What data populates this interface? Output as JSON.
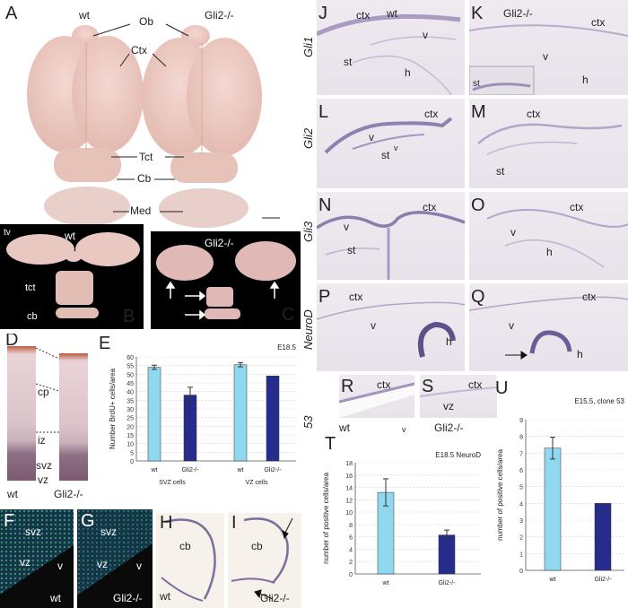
{
  "panels": {
    "A": {
      "letter": "A",
      "wt": "wt",
      "ko": "Gli2-/-",
      "labels": [
        "Ob",
        "Ctx",
        "Tct",
        "Cb",
        "Med"
      ]
    },
    "B": {
      "letter": "B",
      "tv": "tv",
      "wt": "wt",
      "tct": "tct",
      "cb": "cb"
    },
    "C": {
      "letter": "C",
      "ko": "Gli2-/-"
    },
    "D": {
      "letter": "D",
      "cp": "cp",
      "iz": "iz",
      "svz": "svz",
      "vz": "vz",
      "wt": "wt",
      "ko": "Gli2-/-"
    },
    "E": {
      "letter": "E"
    },
    "F": {
      "letter": "F",
      "svz": "svz",
      "vz": "vz",
      "v": "v",
      "wt": "wt"
    },
    "G": {
      "letter": "G",
      "svz": "svz",
      "vz": "vz",
      "v": "v",
      "ko": "Gli2-/-"
    },
    "H": {
      "letter": "H",
      "cb": "cb",
      "wt": "wt"
    },
    "I": {
      "letter": "I",
      "cb": "cb",
      "ko": "Gli2-/-"
    },
    "J": {
      "letter": "J",
      "ctx": "ctx",
      "wt": "wt",
      "v": "v",
      "st": "st",
      "h": "h"
    },
    "K": {
      "letter": "K",
      "ko": "Gli2-/-",
      "ctx": "ctx",
      "v": "v",
      "st": "st",
      "h": "h"
    },
    "L": {
      "letter": "L",
      "ctx": "ctx",
      "v": "v",
      "st": "st",
      "v2": "v"
    },
    "M": {
      "letter": "M",
      "ctx": "ctx",
      "st": "st"
    },
    "N": {
      "letter": "N",
      "ctx": "ctx",
      "v": "v",
      "st": "st"
    },
    "O": {
      "letter": "O",
      "ctx": "ctx",
      "v": "v",
      "h": "h"
    },
    "P": {
      "letter": "P",
      "ctx": "ctx",
      "v": "v",
      "h": "h"
    },
    "Q": {
      "letter": "Q",
      "ctx": "ctx",
      "v": "v",
      "h": "h"
    },
    "R": {
      "letter": "R",
      "ctx": "ctx",
      "wt": "wt",
      "v": "v"
    },
    "S": {
      "letter": "S",
      "ctx": "ctx",
      "vz": "vz",
      "ko": "Gli2-/-"
    },
    "T": {
      "letter": "T"
    },
    "U": {
      "letter": "U"
    }
  },
  "genes": {
    "gli1": "Gli1",
    "gli2": "Gli2",
    "gli3": "Gli3",
    "neurod": "NeuroD",
    "p53": "53"
  },
  "chart_data": [
    {
      "id": "E",
      "type": "bar",
      "annotation": "E18.5",
      "ylabel": "Number BrdU+ cells/area",
      "ylim": [
        0,
        60
      ],
      "yticks": [
        0,
        5,
        10,
        15,
        20,
        25,
        30,
        35,
        40,
        45,
        50,
        55,
        60
      ],
      "categories": [
        "wt",
        "Gli2-/-",
        "wt",
        "Gli2-/-"
      ],
      "groups": [
        "SVZ cells",
        "VZ cells"
      ],
      "values": [
        54,
        38,
        55.5,
        49
      ],
      "errors": [
        1.2,
        4.5,
        1.2,
        0
      ],
      "colors": [
        "#8fd8f0",
        "#262c8c",
        "#8fd8f0",
        "#262c8c"
      ]
    },
    {
      "id": "T",
      "type": "bar",
      "annotation": "E18.5 NeuroD",
      "ylabel": "number of positive cells/area",
      "ylim": [
        0,
        18
      ],
      "yticks": [
        0,
        2,
        4,
        6,
        8,
        10,
        12,
        14,
        16,
        18
      ],
      "categories": [
        "wt",
        "Gli2-/-"
      ],
      "values": [
        13.2,
        6.3
      ],
      "errors": [
        2.2,
        0.8
      ],
      "colors": [
        "#8fd8f0",
        "#262c8c"
      ]
    },
    {
      "id": "U",
      "type": "bar",
      "annotation": "E15.5, clone 53",
      "ylabel": "number of positive cells/area",
      "ylim": [
        0,
        9
      ],
      "yticks": [
        0,
        1,
        2,
        3,
        4,
        5,
        6,
        7,
        8,
        9
      ],
      "categories": [
        "wt",
        "Gli2-/-"
      ],
      "values": [
        7.3,
        4.0
      ],
      "errors": [
        0.65,
        0
      ],
      "colors": [
        "#8fd8f0",
        "#262c8c"
      ]
    }
  ]
}
